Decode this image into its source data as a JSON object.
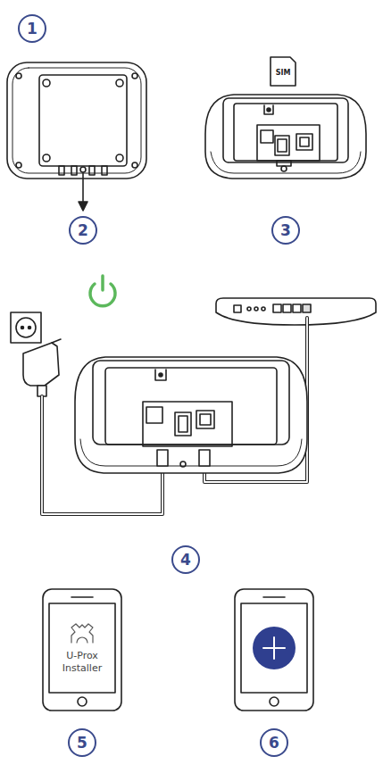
{
  "diagram": {
    "nodes": [
      {
        "text": [
          "1"
        ]
      },
      {
        "text": [
          "2"
        ]
      },
      {
        "text": [
          "3"
        ]
      },
      {
        "text": [
          "4"
        ]
      },
      {
        "text": [
          "5"
        ]
      },
      {
        "text": [
          "6"
        ]
      }
    ],
    "labels": [
      "SIM",
      "U-Prox Installer"
    ]
  }
}
